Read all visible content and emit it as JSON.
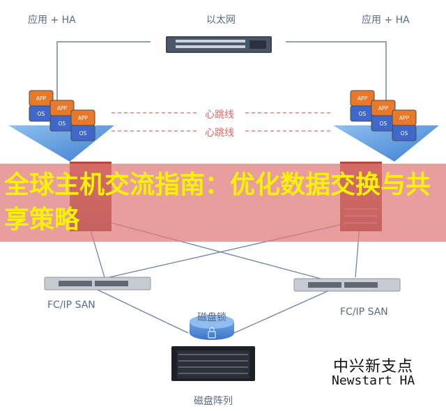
{
  "labels": {
    "app_ha_left": "应用 + HA",
    "app_ha_right": "应用 + HA",
    "ethernet": "以太网",
    "heartbeat_1": "心跳线",
    "heartbeat_2": "心跳线",
    "san_left": "FC/IP SAN",
    "san_right": "FC/IP SAN",
    "disk_lock": "磁盘锁",
    "disk_array": "磁盘阵列"
  },
  "stack": {
    "app": "APP",
    "os": "OS"
  },
  "banner": {
    "title": "全球主机交流指南：优化数据交换与共享策略"
  },
  "brand": {
    "cn": "中兴新支点",
    "en": "Newstart HA"
  },
  "colors": {
    "line": "#6e83a6",
    "heartbeat": "#d96a6a",
    "platform": "#4f8fd8",
    "app_box": "#e8792a",
    "os_box": "#3f68c9",
    "lock": "#4a86d6",
    "banner_text": "#f7f200"
  },
  "icons": [
    "ethernet-switch-icon",
    "server-stack-icon",
    "san-switch-icon",
    "disk-lock-icon",
    "disk-array-icon"
  ]
}
